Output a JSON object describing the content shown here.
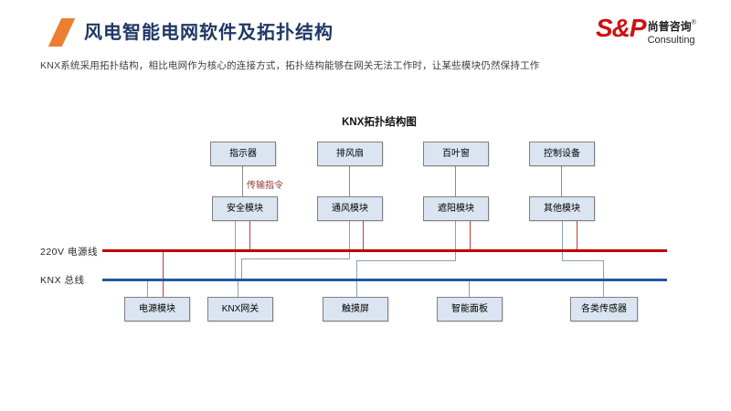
{
  "slide": {
    "title": "风电智能电网软件及拓扑结构",
    "intro": "KNX系统采用拓扑结构，相比电网作为核心的连接方式，拓扑结构能够在网关无法工作时，让某些模块仍然保持工作"
  },
  "logo": {
    "mark": "S&P",
    "name_cn": "尚普咨询",
    "registered": "®",
    "name_en": "Consulting"
  },
  "diagram": {
    "title": "KNX拓扑结构图",
    "edge_label": "传输指令",
    "top_row": [
      "指示器",
      "排风扇",
      "百叶窗",
      "控制设备"
    ],
    "middle_row": [
      "安全模块",
      "通风模块",
      "遮阳模块",
      "其他模块"
    ],
    "bottom_row": [
      "电源模块",
      "KNX网关",
      "触摸屏",
      "智能面板",
      "各类传感器"
    ],
    "bus_labels": {
      "power": "220V 电源线",
      "knx": "KNX 总线"
    },
    "colors": {
      "power_bus": "#c00000",
      "knx_bus": "#2257a4",
      "box_fill": "#dbe5f1",
      "box_border": "#7f7f7f",
      "connector_gray": "#8ca0b8",
      "connector_red": "#bf3c3c",
      "edge_label": "#953735",
      "accent_orange": "#ed7d31",
      "title_navy": "#1f3864",
      "logo_red": "#cc1111"
    }
  }
}
